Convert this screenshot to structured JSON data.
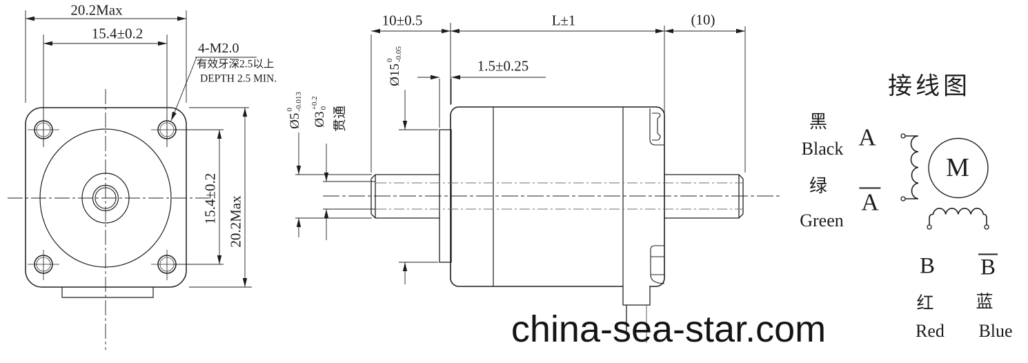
{
  "colors": {
    "ink": "#1c1c1c",
    "gray": "#6e6e6e",
    "background": "#ffffff",
    "watermark": "#141414"
  },
  "front_view": {
    "dim_width": "20.2Max",
    "dim_hole_pitch_h": "15.4±0.2",
    "dim_hole_pitch_v": "15.4±0.2",
    "dim_height": "20.2Max",
    "thread_callout": "4-M2.0",
    "thread_note_cn": "有效牙深2.5以上",
    "thread_note_en": "DEPTH 2.5 MIN."
  },
  "side_view": {
    "dim_shaft_front": "10±0.5",
    "dim_body_length": "L±1",
    "dim_shaft_rear": "(10)",
    "dim_pilot_height": "1.5±0.25",
    "dia_pilot": {
      "label": "Ø15",
      "tol_upper": "0",
      "tol_lower": "-0.05"
    },
    "dia_shaft": {
      "label": "Ø5",
      "tol_upper": "0",
      "tol_lower": "-0.013"
    },
    "dia_bore": {
      "label": "Ø3",
      "tol_upper": "+0.2",
      "tol_lower": "0"
    },
    "bore_note": "贯通"
  },
  "wiring_diagram": {
    "title": "接线图",
    "motor_label": "M",
    "lead_black_cn": "黑",
    "lead_black_en": "Black",
    "terminal_a": "A",
    "lead_green_cn": "绿",
    "lead_green_en": "Green",
    "terminal_a_bar": "A",
    "terminal_b": "B",
    "terminal_b_bar": "B",
    "lead_red_cn": "红",
    "lead_red_en": "Red",
    "lead_blue_cn": "蓝",
    "lead_blue_en": "Blue"
  },
  "watermark": "china-sea-star.com"
}
